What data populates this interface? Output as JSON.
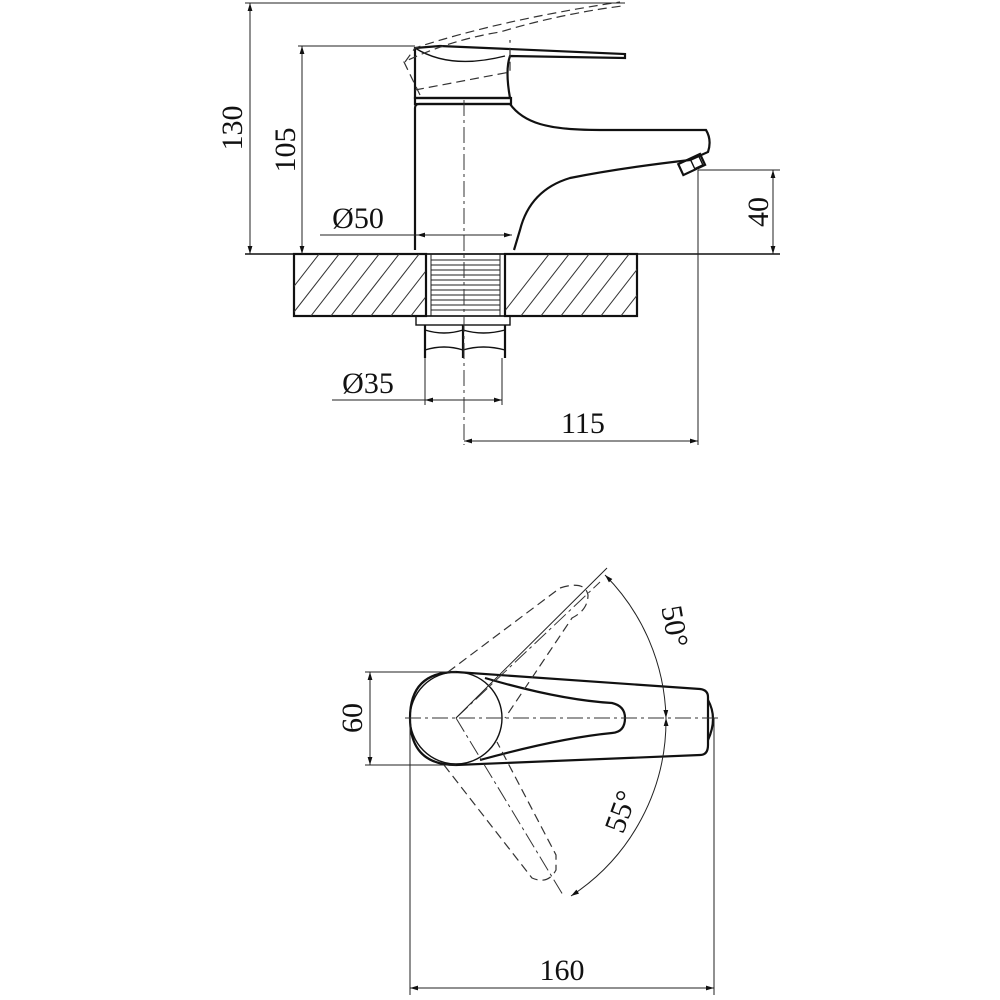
{
  "drawing": {
    "title": "Single-lever basin mixer dimension drawing",
    "side_view": {
      "dimensions": {
        "total_height": "130",
        "body_height": "105",
        "body_diameter": "Ø50",
        "spout_height": "40",
        "shank_diameter": "Ø35",
        "spout_reach": "115"
      }
    },
    "top_view": {
      "dimensions": {
        "handle_width": "60",
        "lever_angle_up": "50°",
        "lever_angle_down": "55°",
        "total_length": "160"
      }
    },
    "colors": {
      "line": "#111111",
      "background": "#ffffff"
    }
  }
}
